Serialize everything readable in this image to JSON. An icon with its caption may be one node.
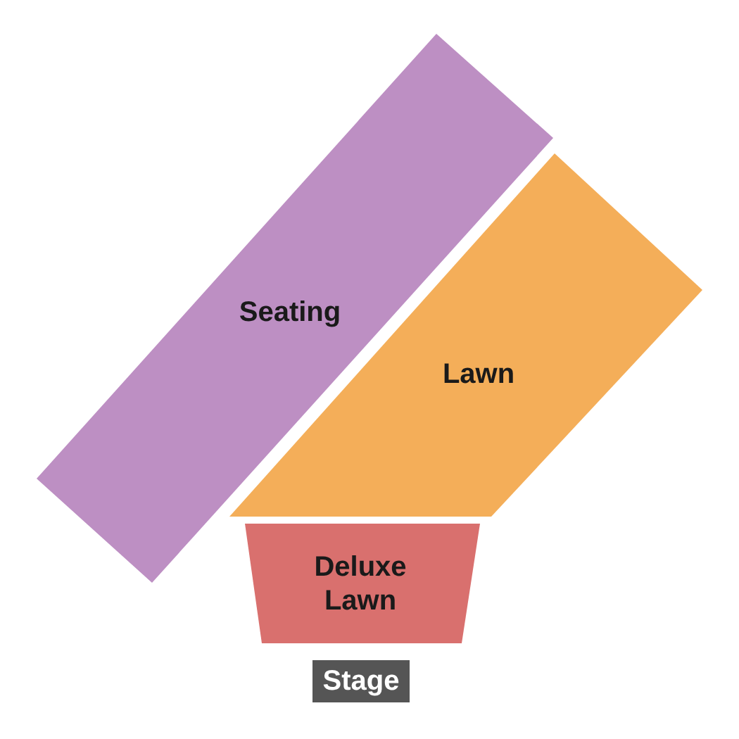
{
  "diagram": {
    "nodes": [
      {
        "text": [
          "Seating"
        ]
      },
      {
        "text": [
          "Lawn"
        ]
      },
      {
        "text": [
          "Deluxe Lawn"
        ]
      },
      {
        "text": [
          "Stage"
        ]
      }
    ]
  }
}
